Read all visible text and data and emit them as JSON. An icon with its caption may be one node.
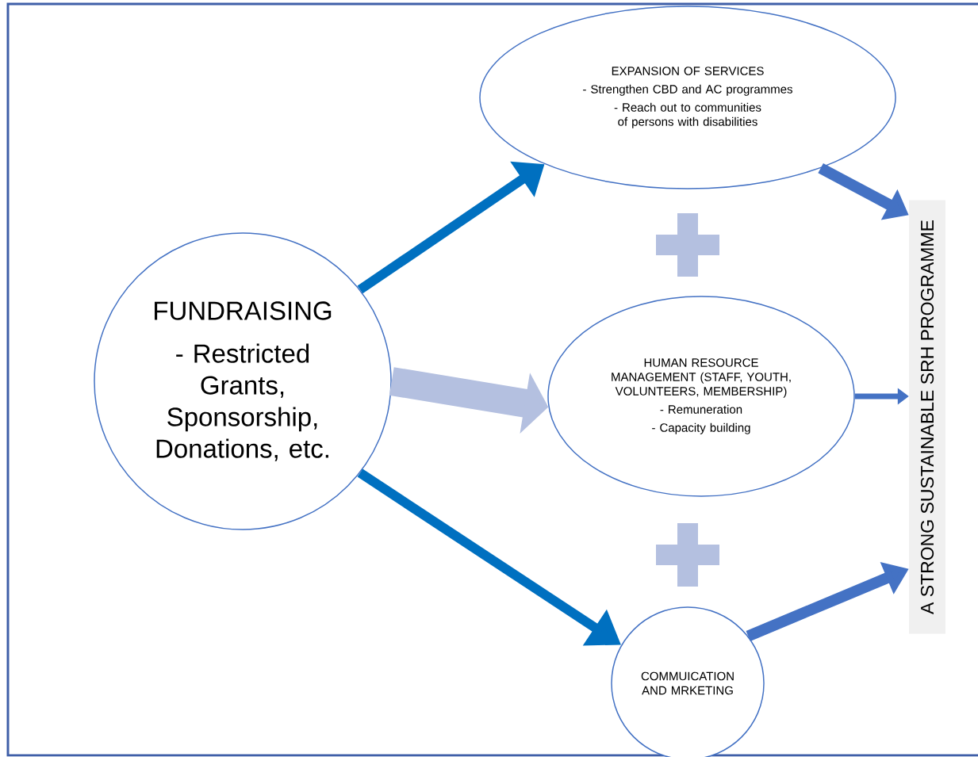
{
  "diagram": {
    "nodes": [
      {
        "text": [
          "FUNDRAISING",
          "- Restricted Grants, Sponsorship, Donations, etc."
        ]
      },
      {
        "text": [
          "EXPANSION OF SERVICES",
          "- Strengthen CBD and AC programmes",
          "- Reach out to communities of persons with disabilities"
        ]
      },
      {
        "text": [
          "HUMAN RESOURCE MANAGEMENT (STAFF, YOUTH, VOLUNTEERS, MEMBERSHIP)",
          "- Remuneration",
          "- Capacity building"
        ]
      },
      {
        "text": [
          "COMMUICATION AND MRKETING"
        ]
      },
      {
        "text": [
          "A STRONG SUSTAINABLE SRH PROGRAMME"
        ]
      }
    ],
    "edges": [
      {
        "from": 0,
        "to": 1,
        "arrow": "to",
        "color": "#0070c0"
      },
      {
        "from": 0,
        "to": 2,
        "arrow": "to",
        "color": "#b4c0e0",
        "style": "thick"
      },
      {
        "from": 0,
        "to": 3,
        "arrow": "to",
        "color": "#0070c0"
      },
      {
        "from": 1,
        "to": 4,
        "arrow": "to",
        "color": "#4472c4"
      },
      {
        "from": 2,
        "to": 4,
        "arrow": "to",
        "color": "#4472c4"
      },
      {
        "from": 3,
        "to": 4,
        "arrow": "to",
        "color": "#4472c4"
      }
    ]
  }
}
